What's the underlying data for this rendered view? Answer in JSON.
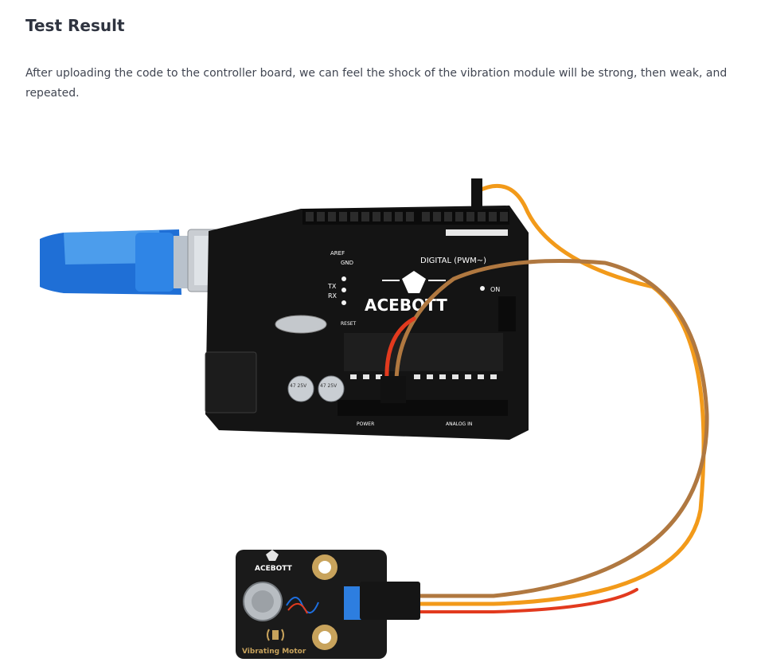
{
  "section": {
    "title": "Test Result",
    "description": "After uploading the code to the controller board, we can feel the shock of the vibration module will be strong, then weak, and repeated."
  },
  "figure": {
    "board": {
      "brand": "ACEBOTT",
      "digital_label": "DIGITAL (PWM~)",
      "analog_label": "ANALOG IN",
      "power_label": "POWER",
      "aref_label": "AREF",
      "gnd_label": "GND",
      "tx_label": "TX",
      "rx_label": "RX",
      "on_label": "ON",
      "reset_label": "RESET",
      "cap1_label": "47 25V",
      "cap2_label": "47 25V"
    },
    "module": {
      "brand": "ACEBOTT",
      "name": "Vibrating Motor"
    }
  }
}
